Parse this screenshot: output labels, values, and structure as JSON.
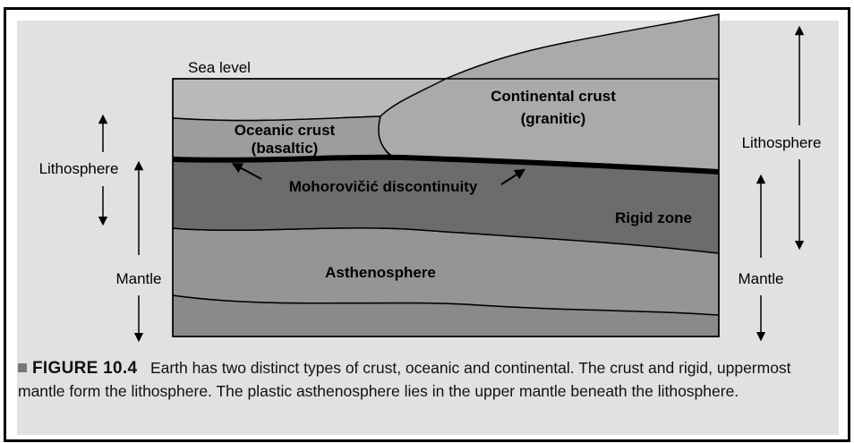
{
  "labels": {
    "sea_level": "Sea level",
    "continental_crust_line1": "Continental crust",
    "continental_crust_line2": "(granitic)",
    "oceanic_crust_line1": "Oceanic crust",
    "oceanic_crust_line2": "(basaltic)",
    "moho": "Mohorovičić discontinuity",
    "rigid_zone": "Rigid zone",
    "asthenosphere": "Asthenosphere",
    "left_lithosphere": "Lithosphere",
    "left_mantle": "Mantle",
    "right_lithosphere": "Lithosphere",
    "right_mantle": "Mantle"
  },
  "caption": {
    "figure_number": "FIGURE 10.4",
    "text": "Earth has two distinct types of crust, oceanic and continental. The crust and rigid, uppermost mantle form the lithosphere. The plastic asthenosphere lies in the upper mantle beneath the lithosphere."
  },
  "colors": {
    "panel": "#e1e1e1",
    "seawater": "#b9b9b9",
    "oceanic_crust": "#9d9d9d",
    "continental_crust": "#aaaaaa",
    "rigid_zone": "#6c6c6c",
    "asthenosphere": "#959595",
    "lower_mantle": "#8a8a8a"
  }
}
